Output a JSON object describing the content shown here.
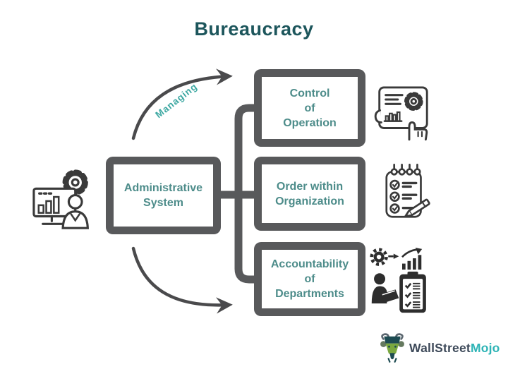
{
  "title": "Bureaucracy",
  "arrow_label": "Managing",
  "boxes": {
    "admin": {
      "lines": [
        "Administrative",
        "System"
      ]
    },
    "right": [
      {
        "id": "control-of-operation",
        "lines": [
          "Control",
          "of",
          "Operation"
        ]
      },
      {
        "id": "order-within-organization",
        "lines": [
          "Order within",
          "Organization"
        ]
      },
      {
        "id": "accountability-of-departments",
        "lines": [
          "Accountability",
          "of",
          "Departments"
        ]
      }
    ]
  },
  "icons": [
    "analyst-computer-gear-icon",
    "report-gear-pointing-hand-icon",
    "checklist-pencil-icon",
    "performance-review-icon",
    "wallstreetmojo-bull-icon"
  ],
  "logo": {
    "part1": "WallStreet",
    "part2": "Mojo"
  },
  "colors": {
    "title_text": "#1d565c",
    "box_text": "#4d8c8a",
    "managing_text": "#3da8a2",
    "line_gray": "#58595b",
    "arrow_gray": "#4a4a4c",
    "icon_dark": "#3a3a3a",
    "brand_dark": "#3e4a5a",
    "brand_teal": "#2eb4b6",
    "bull_green": "#7aa83f",
    "bull_dark": "#1d4b52"
  }
}
